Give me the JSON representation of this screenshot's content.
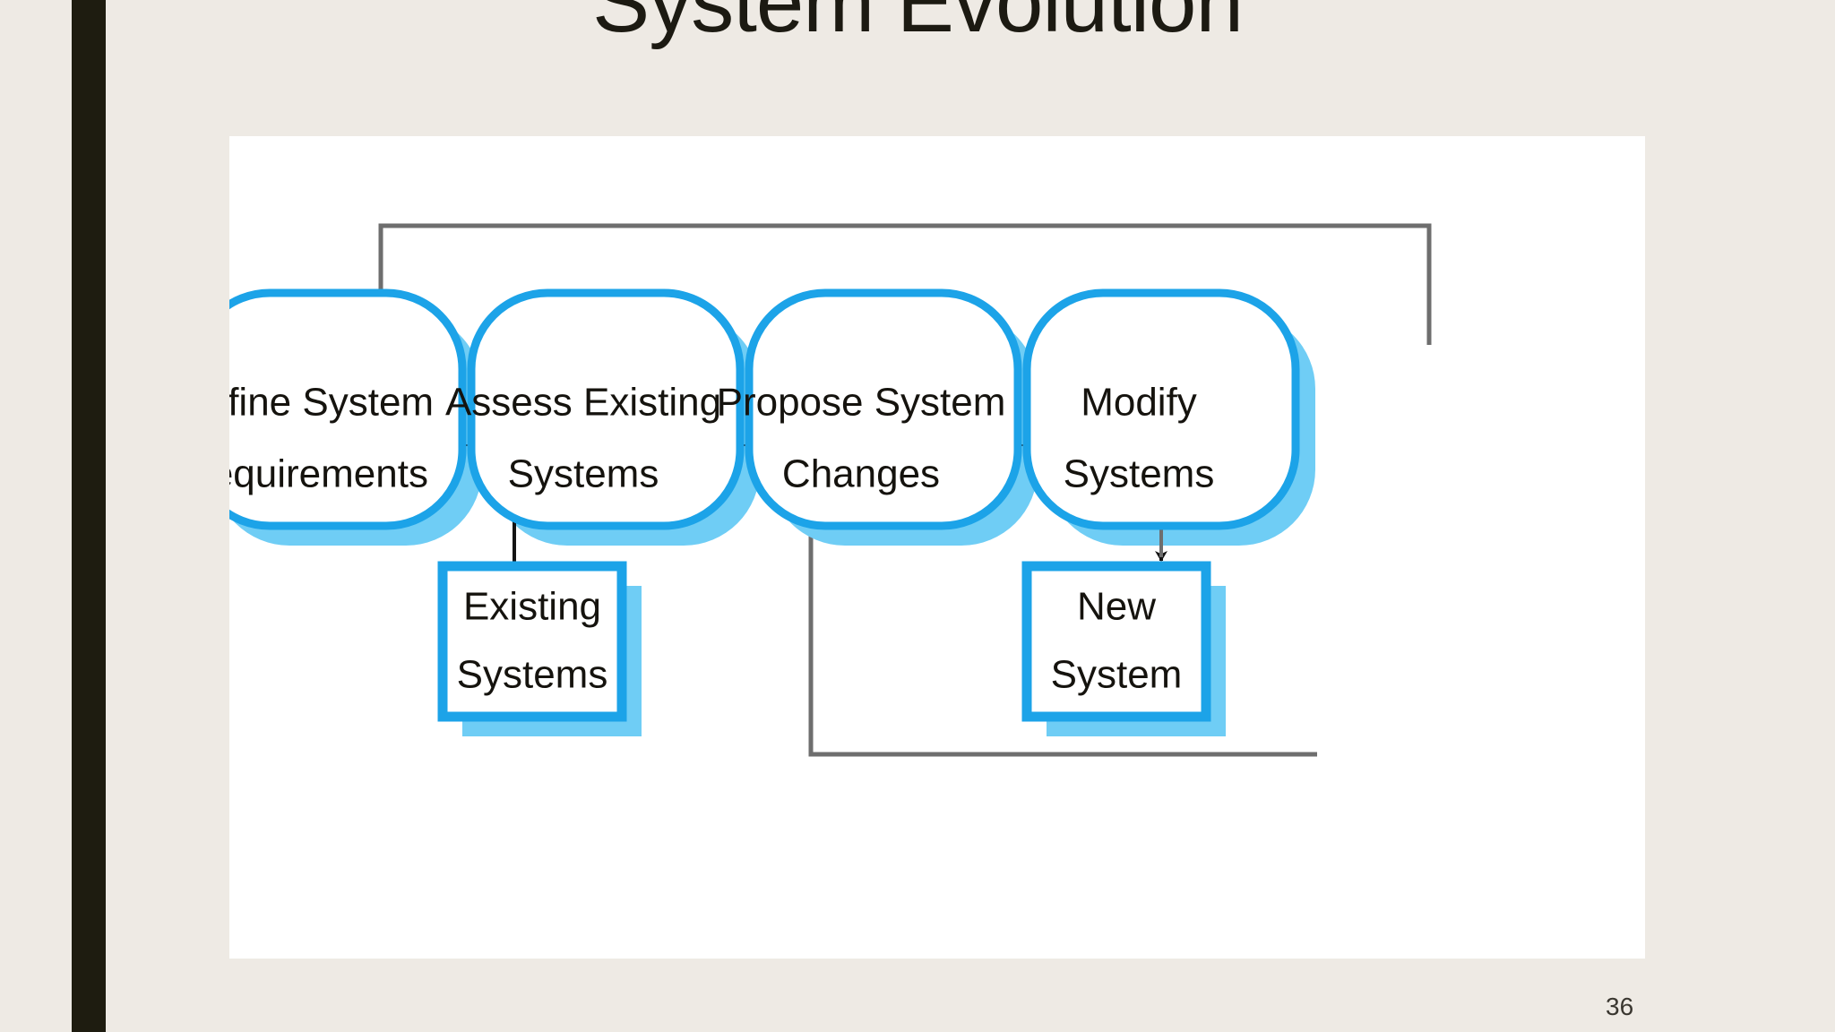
{
  "slide": {
    "title": "System Evolution",
    "page_number": "36",
    "accent_bar_color": "#1E1C10",
    "background_color": "#EEEAE4",
    "panel_color": "#FFFFFF"
  },
  "diagram": {
    "type": "flowchart",
    "node_border_color": "#1CA3E8",
    "node_shadow_color": "#6FCDF5",
    "node_fill_color": "#FFFFFF",
    "connector_color": "#1A1A1A",
    "feedback_connector_color": "#6E6E6E",
    "process_nodes": [
      {
        "id": "define",
        "label_line1": "Define System",
        "label_line2": "Requirements",
        "shape": "rounded"
      },
      {
        "id": "assess",
        "label_line1": "Assess Existing",
        "label_line2": "Systems",
        "shape": "rounded"
      },
      {
        "id": "propose",
        "label_line1": "Propose System",
        "label_line2": "Changes",
        "shape": "rounded"
      },
      {
        "id": "modify",
        "label_line1": "Modify",
        "label_line2": "Systems",
        "shape": "rounded"
      }
    ],
    "data_nodes": [
      {
        "id": "existing",
        "label_line1": "Existing",
        "label_line2": "Systems",
        "shape": "rectangle"
      },
      {
        "id": "new",
        "label_line1": "New",
        "label_line2": "System",
        "shape": "rectangle"
      }
    ],
    "connections": [
      {
        "from": "define",
        "to": "assess",
        "style": "arrow-right"
      },
      {
        "from": "assess",
        "to": "propose",
        "style": "arrow-right"
      },
      {
        "from": "propose",
        "to": "modify",
        "style": "arrow-right"
      },
      {
        "from": "modify",
        "to": "define",
        "style": "feedback-loop-top"
      },
      {
        "from": "modify",
        "to": "new",
        "style": "arrow-down"
      },
      {
        "from": "existing",
        "to": "assess",
        "style": "arrow-up"
      },
      {
        "from": "new",
        "to": "assess",
        "style": "feedback-loop-bottom"
      }
    ]
  }
}
